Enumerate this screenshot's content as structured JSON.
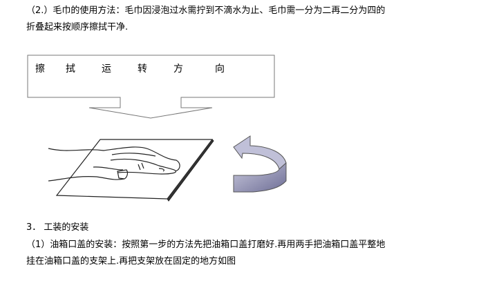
{
  "paragraph1": {
    "line1": "（2.）毛巾的使用方法：毛巾因浸泡过水需拧到不滴水为止、毛巾需一分为二再二分为四的",
    "line2": "折叠起来按顺序擦拭干净."
  },
  "figure": {
    "callout_chars": [
      "擦",
      "拭",
      "运",
      "转",
      "方",
      "向"
    ],
    "arrow_color": "#8c8cb0"
  },
  "section3": {
    "heading": "3． 工装的安装",
    "line1": "（1）油箱口盖的安装：按照第一步的方法先把油箱口盖打磨好.再用两手把油箱口盖平整地",
    "line2": "挂在油箱口盖的支架上.再把支架放在固定的地方如图"
  }
}
